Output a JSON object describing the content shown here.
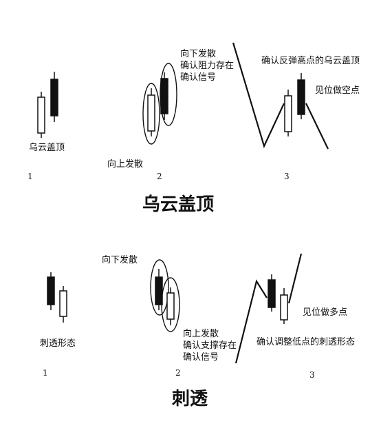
{
  "top": {
    "title": "乌云盖顶",
    "p1": {
      "number": "1",
      "label": "乌云盖顶"
    },
    "p2": {
      "number": "2",
      "up_label": "向上发散",
      "callout": [
        "向下发散",
        "确认阻力存在",
        "确认信号"
      ]
    },
    "p3": {
      "number": "3",
      "note": "确认反弹高点的乌云盖顶",
      "sell": "见位做空点"
    }
  },
  "bottom": {
    "title": "刺透",
    "p1": {
      "number": "1",
      "label": "刺透形态"
    },
    "p2": {
      "number": "2",
      "down_label": "向下发散",
      "callout": [
        "向上发散",
        "确认支撑存在",
        "确认信号"
      ]
    },
    "p3": {
      "number": "3",
      "note": "确认调整低点的刺透形态",
      "buy": "见位做多点"
    }
  }
}
